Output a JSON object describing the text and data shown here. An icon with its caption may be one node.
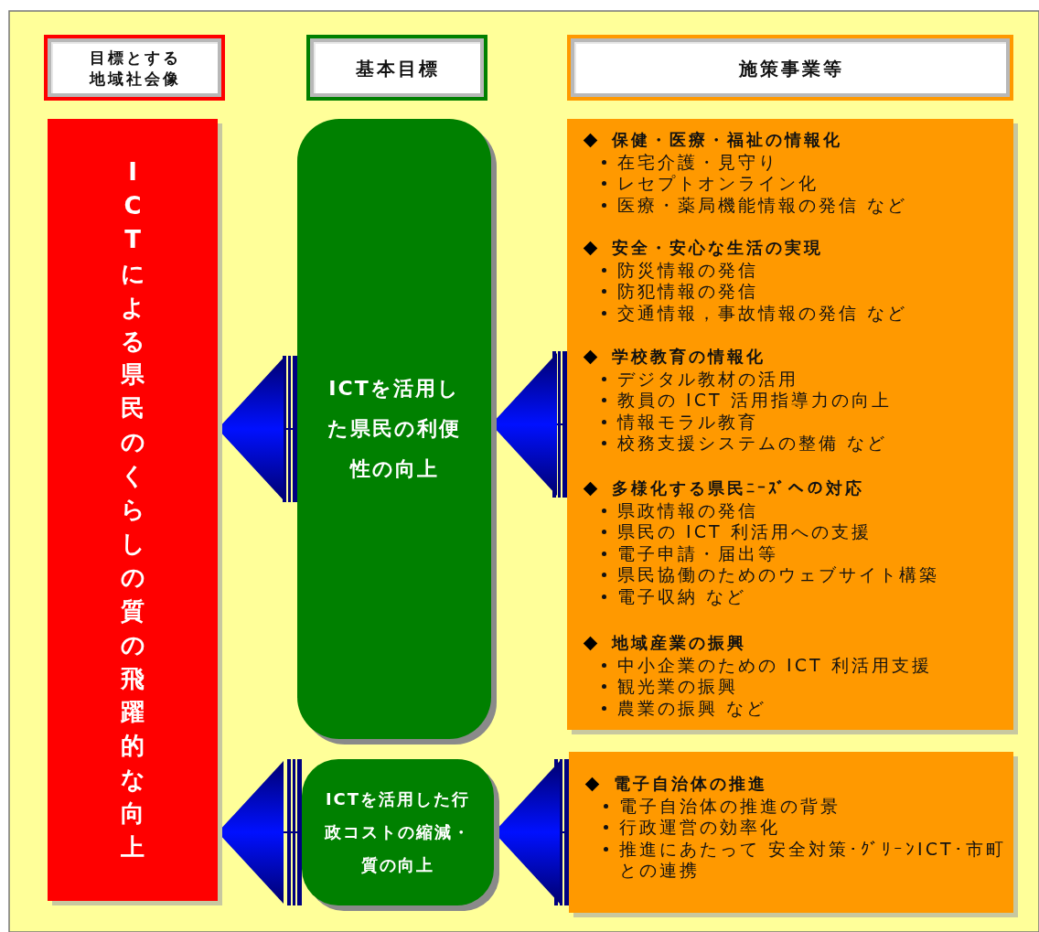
{
  "diagram": {
    "nodes": [
      {
        "text": [
          "目標とする地域社会像"
        ]
      },
      {
        "text": [
          "基本目標"
        ]
      },
      {
        "text": [
          "施策事業等"
        ]
      },
      {
        "text": [
          "ICTによる県民のくらしの質の飛躍的な向上"
        ]
      },
      {
        "text": [
          "ICTを活用した県民の利便性の向上"
        ]
      },
      {
        "text": [],
        "shape": "box"
      },
      {
        "text": [
          "保健・医療・福祉の情報化",
          "在宅介護・見守り",
          "レセプトオンライン化",
          "医療・薬局機能情報の発信 など"
        ],
        "in": 5
      },
      {
        "text": [
          "安全・安心な生活の実現",
          "防災情報の発信",
          "防犯情報の発信",
          "交通情報，事故情報の発信 など"
        ],
        "in": 5
      },
      {
        "text": [
          "学校教育の情報化",
          "デジタル教材の活用",
          "教員の ICT 活用指導力の向上",
          "情報モラル教育",
          "校務支援システムの整備 など"
        ],
        "in": 5
      },
      {
        "text": [
          "多様化する県民ﾆｰｽﾞへの対応",
          "県政情報の発信",
          "県民の ICT 利活用への支援",
          "電子申請・届出等",
          "県民協働のためのウェブサイト構築",
          "電子収納 など"
        ],
        "in": 5
      },
      {
        "text": [
          "地域産業の振興",
          "中小企業のための ICT 利活用支援",
          "観光業の振興",
          "農業の振興 など"
        ],
        "in": 5
      },
      {
        "text": [
          "ICTを活用した行政コストの縮減・質の向上"
        ]
      },
      {
        "text": [],
        "shape": "box"
      },
      {
        "text": [
          "電子自治体の推進",
          "電子自治体の推進の背景",
          "行政運営の効率化",
          "推進にあたって 安全対策･ｸﾞﾘｰﾝICT･市町との連携"
        ],
        "in": 12
      }
    ],
    "edges": [
      {
        "from": 5,
        "to": 4,
        "arrow": "to"
      },
      {
        "from": 4,
        "to": 3,
        "arrow": "to"
      },
      {
        "from": 12,
        "to": 11,
        "arrow": "to"
      },
      {
        "from": 11,
        "to": 3,
        "arrow": "to"
      }
    ]
  }
}
